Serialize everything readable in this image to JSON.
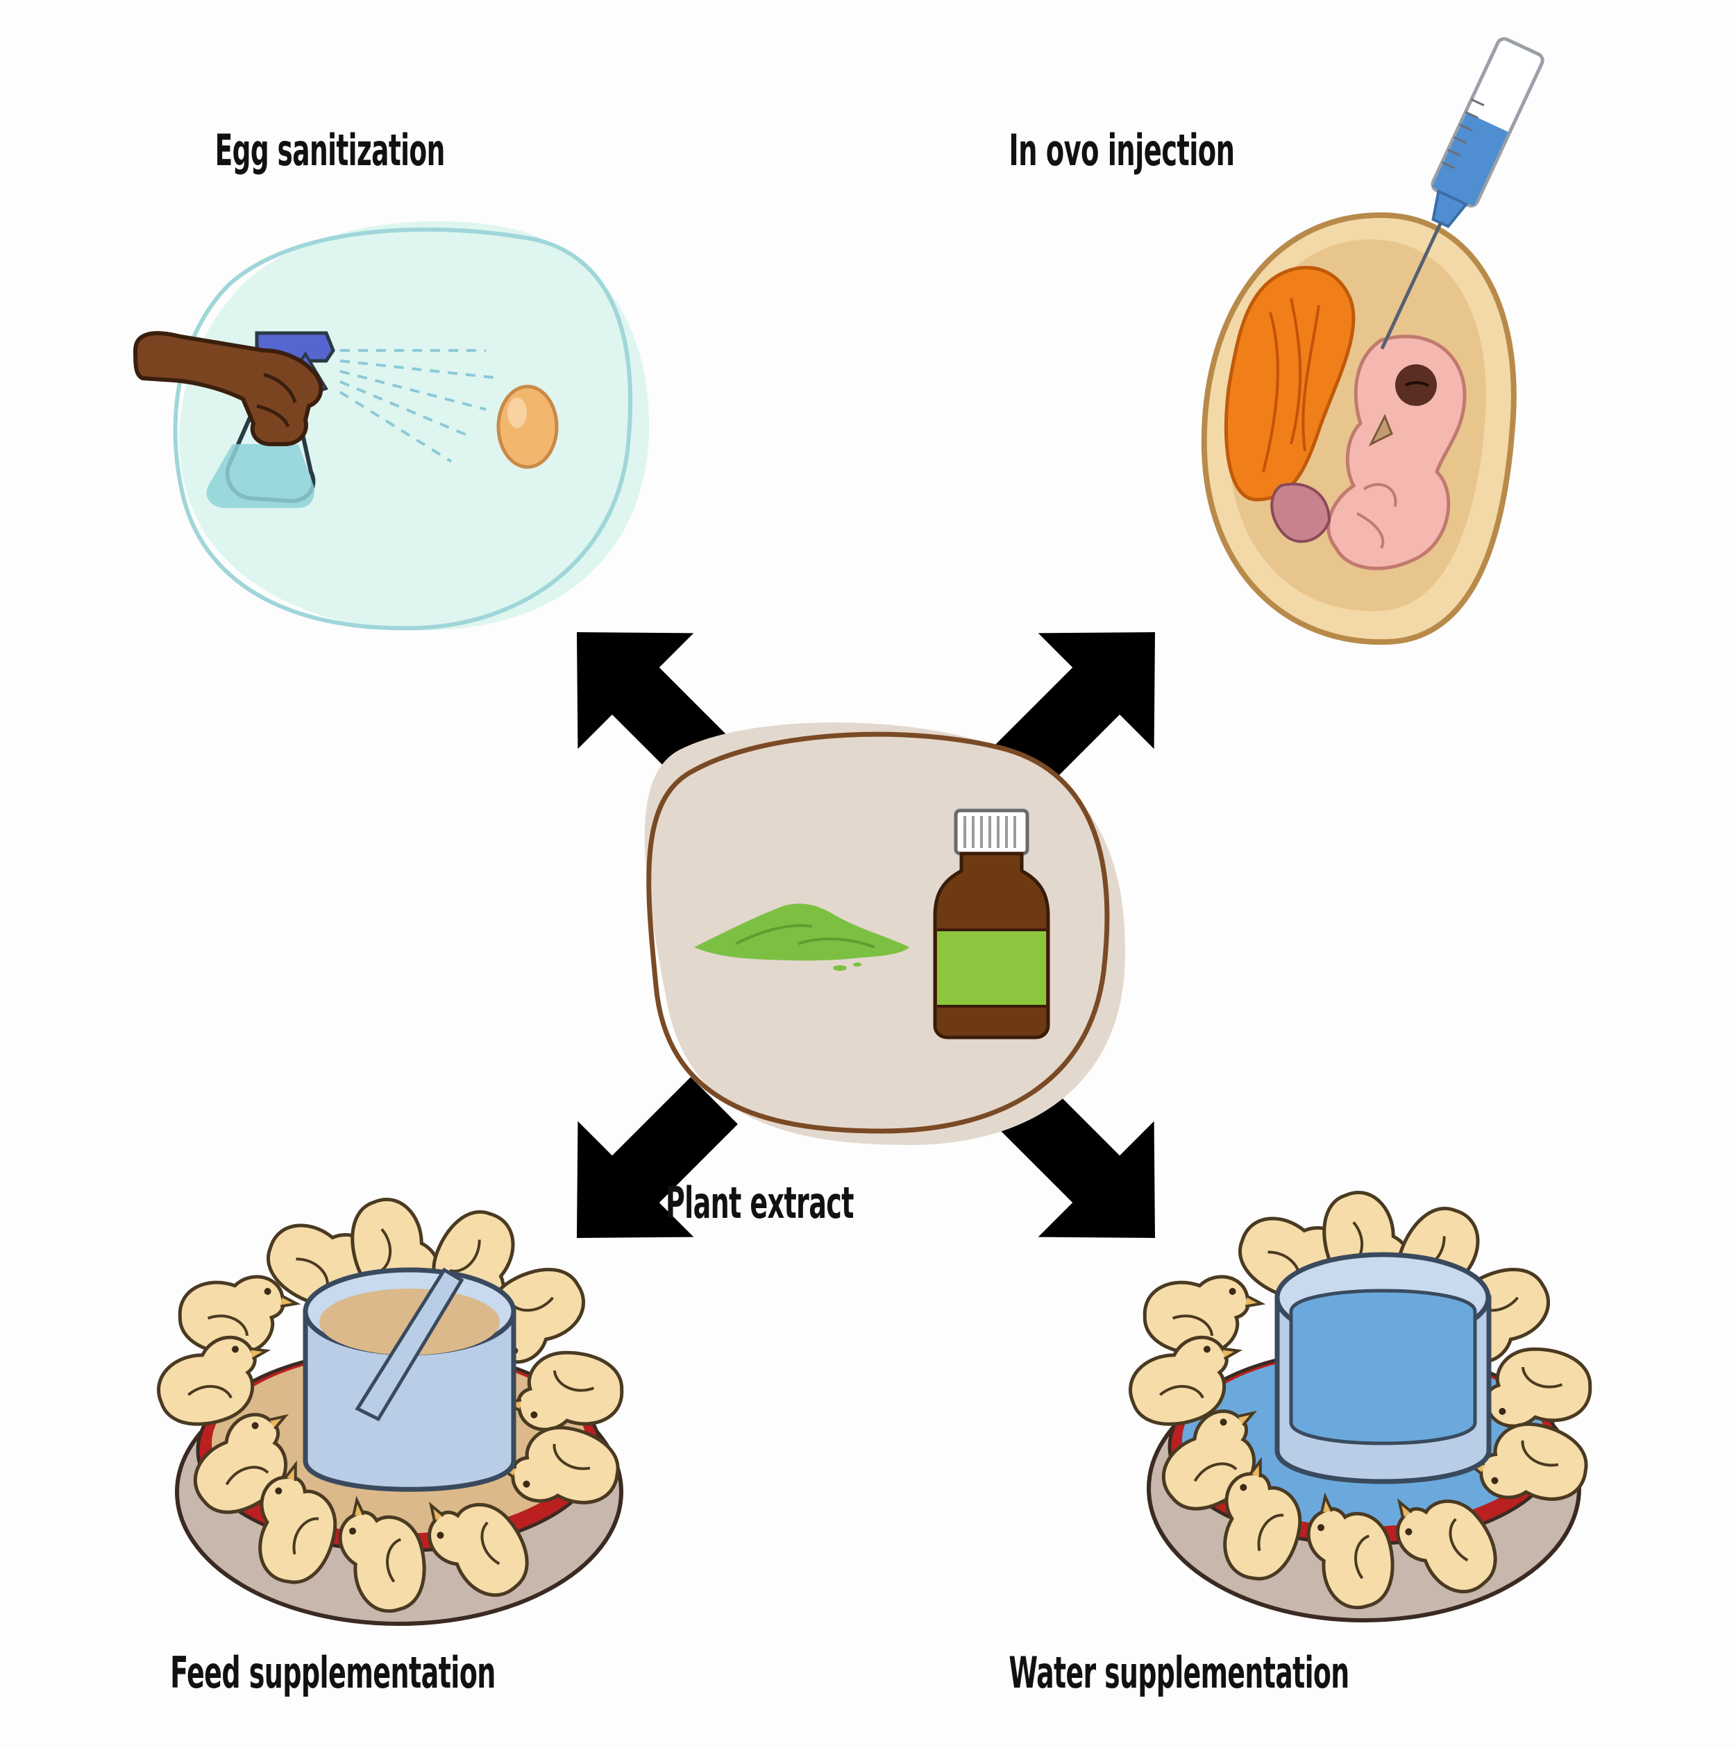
{
  "labels": {
    "egg_sanitization": "Egg sanitization",
    "in_ovo_injection": "In ovo injection",
    "plant_extract": "Plant extract",
    "feed_supplementation": "Feed supplementation",
    "water_supplementation": "Water supplementation"
  },
  "colors": {
    "arrow": "#000000",
    "sanitization_blob": "#def6ef",
    "sanitization_outline": "#9fd6d9",
    "extract_blob": "#e3d8cd",
    "extract_outline": "#7a4a25",
    "powder": "#7cc043",
    "bottle_glass": "#6e3a14",
    "bottle_label": "#8cc63f",
    "egg_shell": "#f3d9a8",
    "yolk": "#f07f1a",
    "embryo": "#f5b8b0",
    "feeder_metal": "#b9cde6",
    "feed": "#dbb98a",
    "water": "#6ba9dd",
    "tray_red": "#b9201f",
    "chick": "#f6dca8"
  },
  "icons": [
    "spray-bottle-icon",
    "egg-icon",
    "syringe-icon",
    "egg-embryo-icon",
    "powder-icon",
    "extract-bottle-icon",
    "feeder-icon",
    "waterer-icon",
    "chick-icon"
  ]
}
